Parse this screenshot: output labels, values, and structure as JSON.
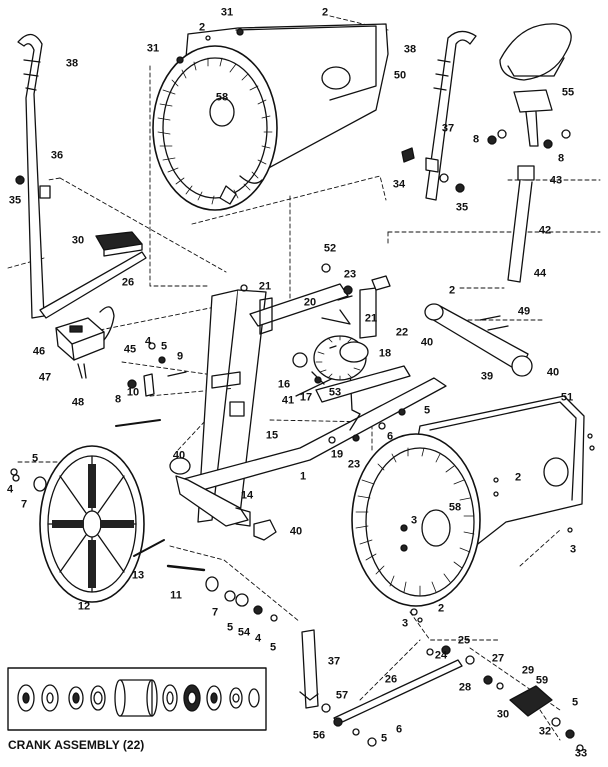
{
  "caption": "CRANK ASSEMBLY (22)",
  "part_labels": [
    {
      "id": "p31a",
      "text": "31"
    },
    {
      "id": "p2a",
      "text": "2"
    },
    {
      "id": "p2b",
      "text": "2"
    },
    {
      "id": "p31b",
      "text": "31"
    },
    {
      "id": "p38a",
      "text": "38"
    },
    {
      "id": "p58a",
      "text": "58"
    },
    {
      "id": "p50",
      "text": "50"
    },
    {
      "id": "p38b",
      "text": "38"
    },
    {
      "id": "p55",
      "text": "55"
    },
    {
      "id": "p36",
      "text": "36"
    },
    {
      "id": "p37a",
      "text": "37"
    },
    {
      "id": "p8a",
      "text": "8"
    },
    {
      "id": "p8b",
      "text": "8"
    },
    {
      "id": "p35a",
      "text": "35"
    },
    {
      "id": "p34",
      "text": "34"
    },
    {
      "id": "p43",
      "text": "43"
    },
    {
      "id": "p35b",
      "text": "35"
    },
    {
      "id": "p30a",
      "text": "30"
    },
    {
      "id": "p42",
      "text": "42"
    },
    {
      "id": "p52",
      "text": "52"
    },
    {
      "id": "p26a",
      "text": "26"
    },
    {
      "id": "p23a",
      "text": "23"
    },
    {
      "id": "p44",
      "text": "44"
    },
    {
      "id": "p21a",
      "text": "21"
    },
    {
      "id": "p2c",
      "text": "2"
    },
    {
      "id": "p20",
      "text": "20"
    },
    {
      "id": "p21b",
      "text": "21"
    },
    {
      "id": "p49",
      "text": "49"
    },
    {
      "id": "p22",
      "text": "22"
    },
    {
      "id": "p46",
      "text": "46"
    },
    {
      "id": "p45",
      "text": "45"
    },
    {
      "id": "p4a",
      "text": "4"
    },
    {
      "id": "p5a",
      "text": "5"
    },
    {
      "id": "p9",
      "text": "9"
    },
    {
      "id": "p18",
      "text": "18"
    },
    {
      "id": "p40a",
      "text": "40"
    },
    {
      "id": "p47",
      "text": "47"
    },
    {
      "id": "p16",
      "text": "16"
    },
    {
      "id": "p39",
      "text": "39"
    },
    {
      "id": "p40b",
      "text": "40"
    },
    {
      "id": "p53",
      "text": "53"
    },
    {
      "id": "p10",
      "text": "10"
    },
    {
      "id": "p8c",
      "text": "8"
    },
    {
      "id": "p41",
      "text": "41"
    },
    {
      "id": "p17",
      "text": "17"
    },
    {
      "id": "p48",
      "text": "48"
    },
    {
      "id": "p5b",
      "text": "5"
    },
    {
      "id": "p51",
      "text": "51"
    },
    {
      "id": "p6a",
      "text": "6"
    },
    {
      "id": "p15",
      "text": "15"
    },
    {
      "id": "p19",
      "text": "19"
    },
    {
      "id": "p40c",
      "text": "40"
    },
    {
      "id": "p23b",
      "text": "23"
    },
    {
      "id": "p5c",
      "text": "5"
    },
    {
      "id": "p1",
      "text": "1"
    },
    {
      "id": "p2d",
      "text": "2"
    },
    {
      "id": "p4b",
      "text": "4"
    },
    {
      "id": "p14",
      "text": "14"
    },
    {
      "id": "p7a",
      "text": "7"
    },
    {
      "id": "p58b",
      "text": "58"
    },
    {
      "id": "p3a",
      "text": "3"
    },
    {
      "id": "p40d",
      "text": "40"
    },
    {
      "id": "p13",
      "text": "13"
    },
    {
      "id": "p3b",
      "text": "3"
    },
    {
      "id": "p11",
      "text": "11"
    },
    {
      "id": "p7b",
      "text": "7"
    },
    {
      "id": "p12",
      "text": "12"
    },
    {
      "id": "p5d",
      "text": "5"
    },
    {
      "id": "p54",
      "text": "54"
    },
    {
      "id": "p4c",
      "text": "4"
    },
    {
      "id": "p5e",
      "text": "5"
    },
    {
      "id": "p2e",
      "text": "2"
    },
    {
      "id": "p3c",
      "text": "3"
    },
    {
      "id": "p25",
      "text": "25"
    },
    {
      "id": "p24",
      "text": "24"
    },
    {
      "id": "p37b",
      "text": "37"
    },
    {
      "id": "p27",
      "text": "27"
    },
    {
      "id": "p29",
      "text": "29"
    },
    {
      "id": "p28",
      "text": "28"
    },
    {
      "id": "p59",
      "text": "59"
    },
    {
      "id": "p26b",
      "text": "26"
    },
    {
      "id": "p57",
      "text": "57"
    },
    {
      "id": "p5f",
      "text": "5"
    },
    {
      "id": "p30b",
      "text": "30"
    },
    {
      "id": "p6b",
      "text": "6"
    },
    {
      "id": "p56",
      "text": "56"
    },
    {
      "id": "p5g",
      "text": "5"
    },
    {
      "id": "p32",
      "text": "32"
    },
    {
      "id": "p33",
      "text": "33"
    }
  ]
}
